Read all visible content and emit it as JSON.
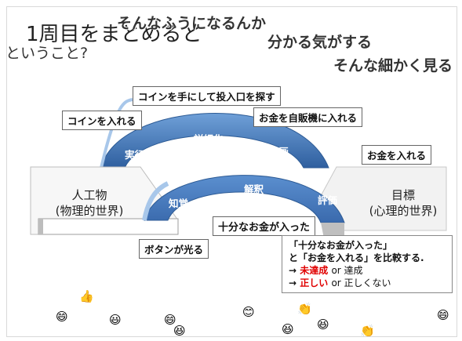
{
  "slide": {
    "title": "1周目をまとめると"
  },
  "comments": [
    "そんなふうになるんか",
    "ということ?",
    "分かる気がする",
    "そんな細かく見る"
  ],
  "boxes": {
    "coin_find": "コインを手にして投入口を探す",
    "coin_in": "コインを入れる",
    "money_vend": "お金を自販機に入れる",
    "money_in": "お金を入れる",
    "enough": "十分なお金が入った",
    "button": "ボタンが光る"
  },
  "labels": {
    "artifact_1": "人工物",
    "artifact_2": "(物理的世界)",
    "goal_1": "目標",
    "goal_2": "(心理的世界)"
  },
  "upper_arc": {
    "left": "実行",
    "top": "詳細化",
    "right": "計画"
  },
  "lower_arc": {
    "left": "知覚",
    "top": "解釈",
    "right": "評価"
  },
  "note": {
    "line1": "「十分なお金が入った」",
    "line2": "と「お金を入れる」を比較する.",
    "line3_arrow": "→",
    "line3_red": "未達成",
    "line3_rest": "or 達成",
    "line4_arrow": "→",
    "line4_red": "正しい",
    "line4_rest": "or 正しくない"
  },
  "reactions": [
    {
      "glyph": "👍",
      "name": "thumbs-up-icon"
    },
    {
      "glyph": "😄",
      "name": "laughing-face-icon"
    },
    {
      "glyph": "😃",
      "name": "smiling-face-icon"
    },
    {
      "glyph": "😄",
      "name": "laughing-face-icon"
    },
    {
      "glyph": "😆",
      "name": "grinning-face-icon"
    },
    {
      "glyph": "😊",
      "name": "smiling-face-icon"
    },
    {
      "glyph": "😆",
      "name": "grinning-face-icon"
    },
    {
      "glyph": "👏",
      "name": "clapping-hands-icon"
    },
    {
      "glyph": "😆",
      "name": "grinning-face-icon"
    },
    {
      "glyph": "👏",
      "name": "clapping-hands-icon"
    },
    {
      "glyph": "😄",
      "name": "laughing-face-icon"
    }
  ],
  "colors": {
    "arc_blue": "#3f74b8",
    "arc_light": "#a8c7ea",
    "arc_shadow": "#bfbfbf",
    "note_red": "#e00000"
  }
}
